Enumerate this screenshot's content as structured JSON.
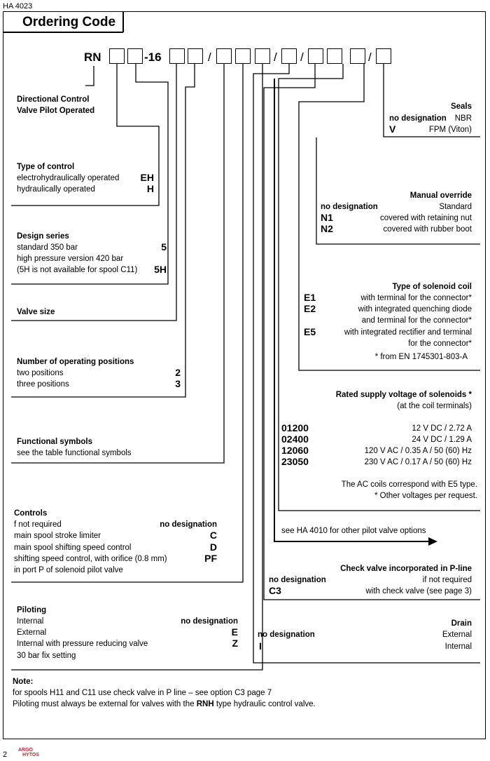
{
  "doc_ref": "HA 4023",
  "title": "Ordering Code",
  "code": {
    "prefix": "RN",
    "size": "-16",
    "slash": "/"
  },
  "seals": {
    "title": "Seals",
    "nodesig": "no designation",
    "nbr": "NBR",
    "v_code": "V",
    "fpm": "FPM (Viton)"
  },
  "manual": {
    "title": "Manual override",
    "nodesig": "no designation",
    "standard": "Standard",
    "n1": "N1",
    "n1_desc": "covered with retaining nut",
    "n2": "N2",
    "n2_desc": "covered with rubber boot"
  },
  "coil": {
    "title": "Type of solenoid coil",
    "e1": "E1",
    "e1_desc": "with terminal for the connector*",
    "e2": "E2",
    "e2_desc1": "with integrated quenching diode",
    "e2_desc2": "and terminal  for the connector*",
    "e5": "E5",
    "e5_desc1": "with integrated rectifier and terminal",
    "e5_desc2": "for the connector*",
    "footnote": "* from EN 1745301-803-A"
  },
  "voltage": {
    "title": "Rated supply voltage of solenoids *",
    "subtitle": "(at the coil terminals)",
    "rows": [
      {
        "code": "01200",
        "desc": "12 V DC / 2.72 A"
      },
      {
        "code": "02400",
        "desc": "24 V DC / 1.29 A"
      },
      {
        "code": "12060",
        "desc": "120 V AC / 0.35 A / 50 (60) Hz"
      },
      {
        "code": "23050",
        "desc": "230 V AC / 0.17 A / 50 (60) Hz"
      }
    ],
    "note1": "The AC coils correspond with E5 type.",
    "note2": "*  Other voltages per request."
  },
  "pilot_note": "see HA 4010 for other pilot valve options",
  "check": {
    "title": "Check valve incorporated in P-line",
    "nodesig": "no designation",
    "notreq": "if not required",
    "c3": "C3",
    "c3_desc": "with check valve (see page 3)"
  },
  "drain": {
    "title": "Drain",
    "nodesig": "no designation",
    "external": "External",
    "i": "I",
    "internal": "Internal"
  },
  "dcv": {
    "line1": "Directional Control",
    "line2": "Valve Pilot Operated"
  },
  "control": {
    "title": "Type of control",
    "eh_desc": "electrohydraulically operated",
    "eh": "EH",
    "h_desc": "hydraulically operated",
    "h": "H"
  },
  "design": {
    "title": "Design series",
    "std": "standard 350 bar",
    "std_code": "5",
    "hp": "high pressure version 420 bar",
    "hp_note": "(5H is not available for spool C11)",
    "hp_code": "5H"
  },
  "valve_size": "Valve size",
  "positions": {
    "title": "Number of operating positions",
    "two": "two positions",
    "two_code": "2",
    "three": "three positions",
    "three_code": "3"
  },
  "symbols": {
    "title": "Functional symbols",
    "desc": "see the table functional symbols"
  },
  "controls": {
    "title": "Controls",
    "r1": "f not required",
    "r1_code": "no designation",
    "r2": "main spool stroke limiter",
    "r2_code": "C",
    "r3": "main spool shifting speed control",
    "r3_code": "D",
    "r4": "shifting speed control, with orifice (0.8 mm)",
    "r4_code": "PF",
    "r5": "in port P of solenoid pilot valve"
  },
  "piloting": {
    "title": "Piloting",
    "internal": "Internal",
    "internal_code": "no designation",
    "external": "External",
    "external_code": "E",
    "reducing": "Internal with pressure reducing valve",
    "reducing_code": "Z",
    "fix": "30 bar fix setting"
  },
  "note": {
    "title": "Note:",
    "line1": "for spools H11 and C11 use check valve in P line – see option C3 page 7",
    "line2a": "Piloting must always be external for valves with the ",
    "line2b": "RNH",
    "line2c": " type hydraulic control valve."
  },
  "footer": {
    "page": "2",
    "logo_top": "ARGO",
    "logo_bottom": "HYTOS",
    "logo_color": "#d2232a"
  }
}
